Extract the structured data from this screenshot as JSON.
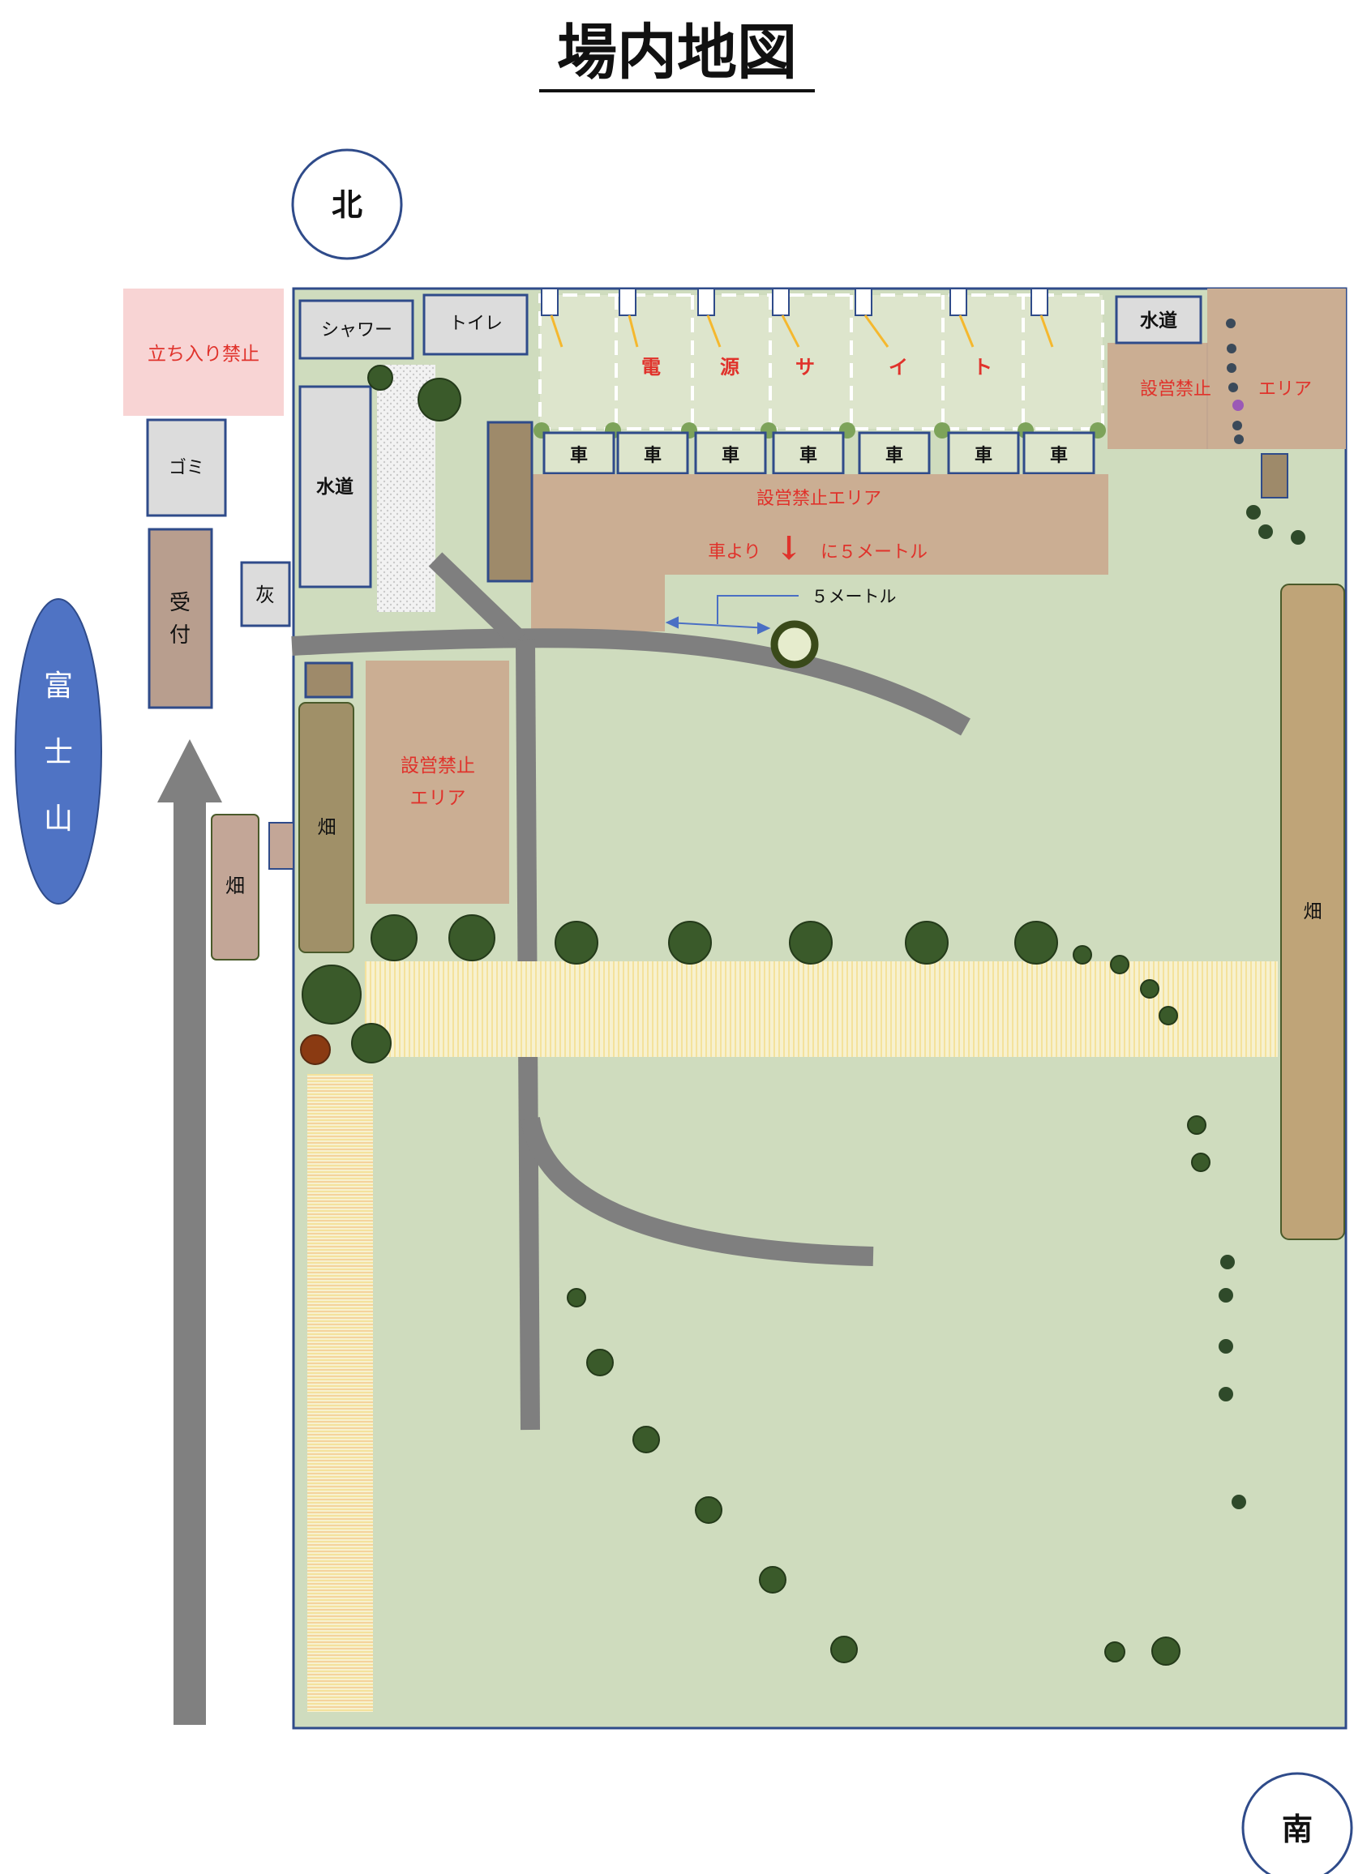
{
  "title": "場内地図",
  "compass": {
    "north": "北",
    "south": "南"
  },
  "mountain": {
    "chars": [
      "富",
      "士",
      "山"
    ]
  },
  "outside": {
    "no_entry": "立ち入り禁止",
    "trash": "ゴミ",
    "reception": [
      "受",
      "付"
    ],
    "ash": "灰",
    "field_left": "畑"
  },
  "facilities": {
    "shower": "シャワー",
    "toilet": "トイレ",
    "water_left": "水道",
    "water_right": "水道"
  },
  "power_site": {
    "chars": [
      "電",
      "源",
      "サ",
      "イ",
      "ト"
    ]
  },
  "cars": [
    "車",
    "車",
    "車",
    "車",
    "車",
    "車",
    "車"
  ],
  "zones": {
    "no_camp_top": "設営禁止エリア",
    "car_note_left": "車より",
    "car_note_arrow": "↓",
    "car_note_right": "に５メートル",
    "distance_label": "５メートル",
    "no_camp_right_a": "設営禁止",
    "no_camp_right_b": "エリア",
    "no_camp_mid_a": "設営禁止",
    "no_camp_mid_b": "エリア"
  },
  "fields": {
    "inner_left": "畑",
    "right": "畑"
  },
  "colors": {
    "grass": "#cfdcbe",
    "border": "#2f4b8a",
    "zone": "#cbae93",
    "road": "#7f7f7f",
    "tree": "#3a5a2a",
    "mountain": "#4f73c4",
    "no_entry_bg": "#f8d4d4",
    "accent_red": "#e0322b"
  }
}
